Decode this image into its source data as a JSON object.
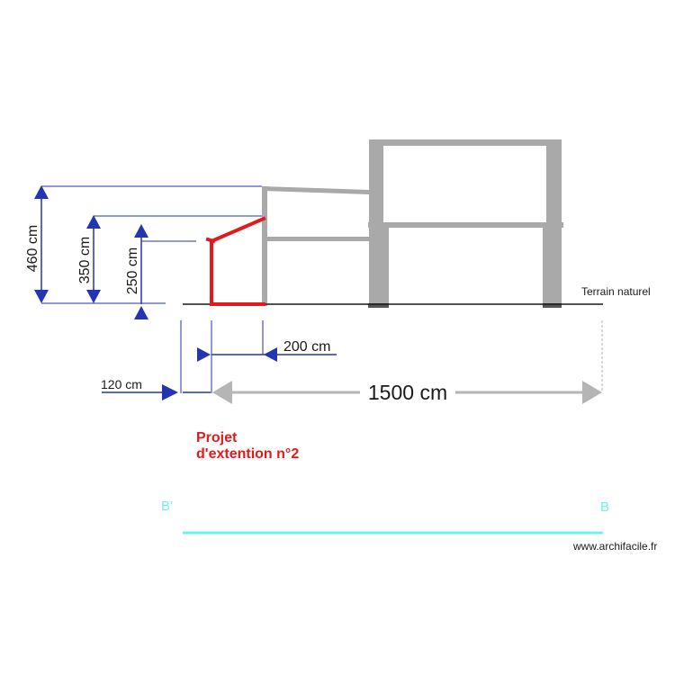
{
  "drawing": {
    "ground_label": "Terrain naturel",
    "watermark": "www.archifacile.fr",
    "project_label_line1": "Projet",
    "project_label_line2": "d'extention n°2",
    "section_left": "B'",
    "section_right": "B"
  },
  "dimensions": {
    "height_total": "460 cm",
    "height_mid": "350 cm",
    "height_extension": "250 cm",
    "width_extension": "200 cm",
    "offset": "120 cm",
    "total_length": "1500 cm"
  },
  "colors": {
    "existing_structure": "#a9a9a9",
    "extension": "#e3191b",
    "dimension": "#2335b0",
    "dimension_arrow_gray": "#b5b5b5",
    "section_line": "#6ff0f2",
    "ground": "#1a1a1a"
  }
}
